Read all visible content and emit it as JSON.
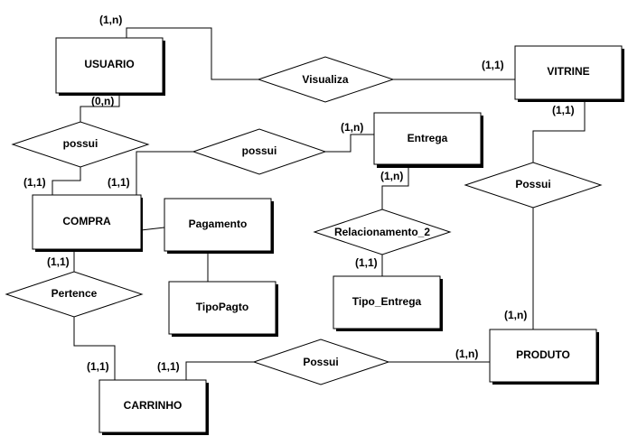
{
  "entities": {
    "usuario": "USUARIO",
    "vitrine": "VITRINE",
    "entrega": "Entrega",
    "compra": "COMPRA",
    "pagamento": "Pagamento",
    "tipopagto": "TipoPagto",
    "tipo_entrega": "Tipo_Entrega",
    "produto": "PRODUTO",
    "carrinho": "CARRINHO"
  },
  "relationships": {
    "visualiza": "Visualiza",
    "possui_usuario_compra": "possui",
    "possui_compra_entrega": "possui",
    "possui_vitrine_produto": "Possui",
    "relacionamento_2": "Relacionamento_2",
    "pertence": "Pertence",
    "possui_carrinho_produto": "Possui"
  },
  "cardinalities": {
    "usuario_visualiza": "(1,n)",
    "vitrine_visualiza": "(1,1)",
    "usuario_possui": "(0,n)",
    "compra_possui_usuario": "(1,1)",
    "compra_possui_entrega": "(1,1)",
    "entrega_possui": "(1,n)",
    "vitrine_possui": "(1,1)",
    "entrega_relacionamento_2": "(1,n)",
    "tipo_entrega_relacionamento_2": "(1,1)",
    "compra_pertence": "(1,1)",
    "carrinho_pertence": "(1,1)",
    "produto_possui_vitrine": "(1,n)",
    "carrinho_possui": "(1,1)",
    "produto_possui_carrinho": "(1,n)"
  },
  "colors": {
    "line": "#000000",
    "fill": "#ffffff",
    "shadow": "#000000"
  }
}
